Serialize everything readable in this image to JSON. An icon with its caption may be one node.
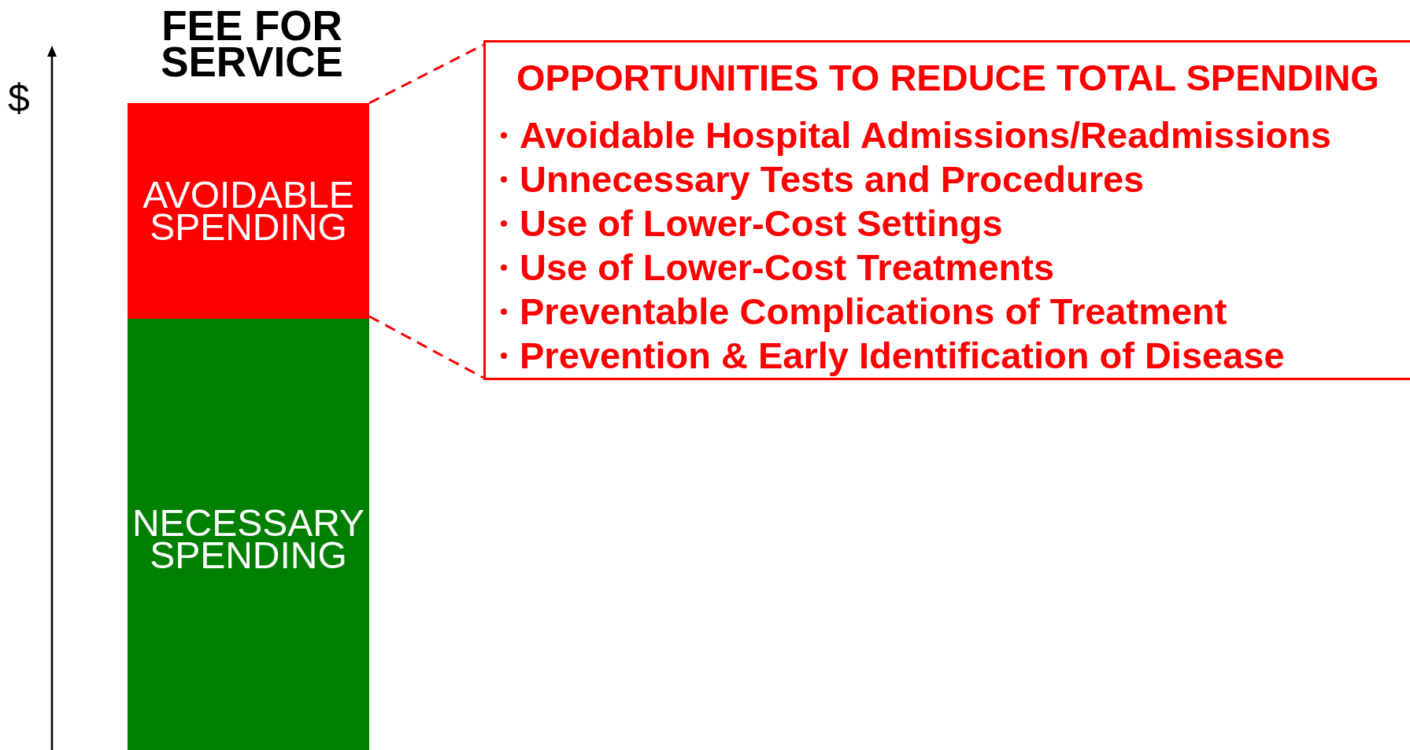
{
  "diagram": {
    "title": "FEE FOR SERVICE",
    "nodes": [
      {
        "text": [
          "AVOIDABLE SPENDING"
        ]
      },
      {
        "text": [
          "NECESSARY SPENDING"
        ]
      },
      {
        "text": [
          "OPPORTUNITIES TO REDUCE TOTAL SPENDING",
          "Avoidable Hospital Admissions/Readmissions",
          "Unnecessary Tests and Procedures",
          "Use of Lower-Cost Settings",
          "Use of Lower-Cost Treatments",
          "Preventable Complications of Treatment",
          "Prevention & Early Identification of Disease"
        ]
      }
    ],
    "edges": [
      {
        "from": 0,
        "to": 2,
        "arrow": "none",
        "style": "dashed"
      },
      {
        "from": 0,
        "to": 2,
        "arrow": "none",
        "style": "dashed"
      }
    ],
    "labels": [
      "$"
    ]
  }
}
